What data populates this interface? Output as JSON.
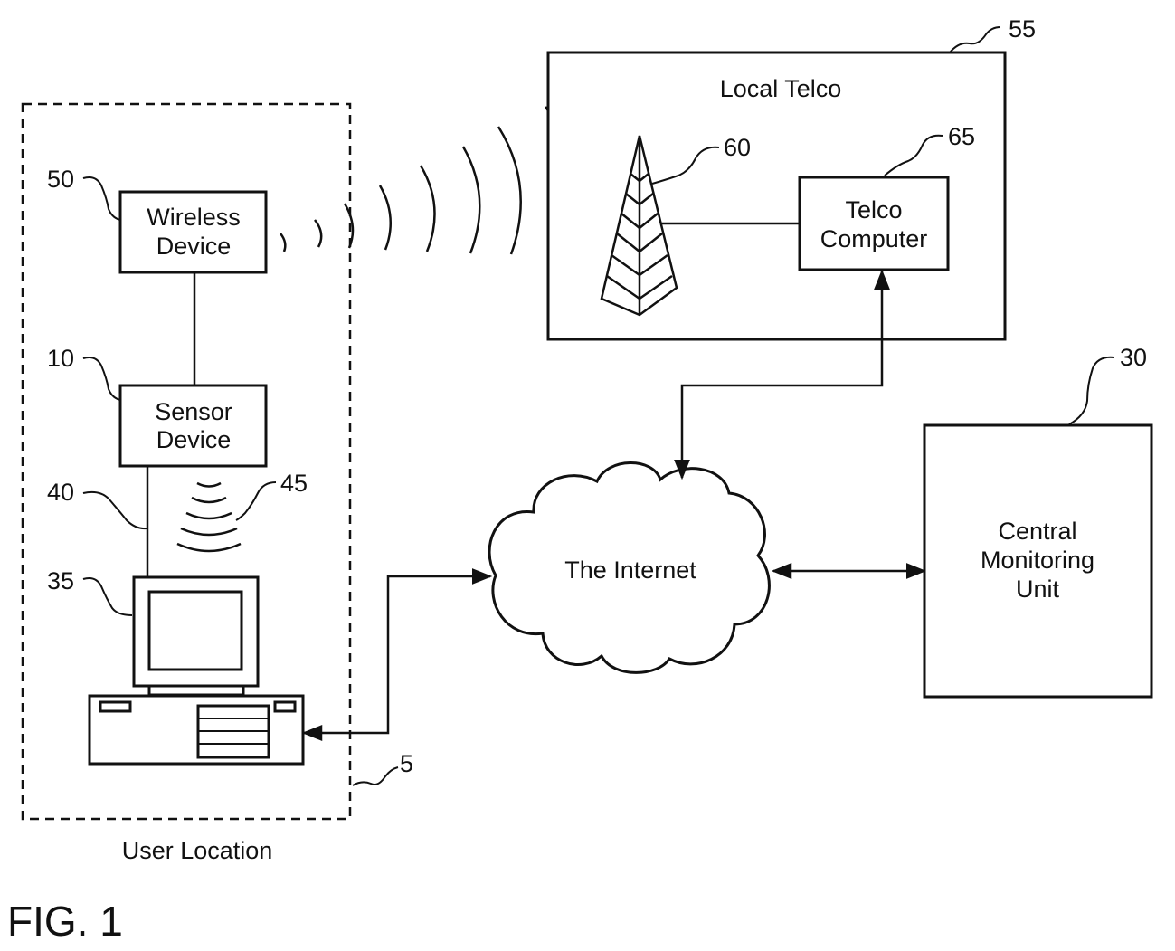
{
  "figure": {
    "caption": "FIG. 1"
  },
  "user_location": {
    "label": "User Location",
    "ref": "5",
    "wireless_device": {
      "line1": "Wireless",
      "line2": "Device",
      "ref": "50"
    },
    "sensor_device": {
      "line1": "Sensor",
      "line2": "Device",
      "ref": "10"
    },
    "cable_ref": "40",
    "wireless_signal_ref": "45",
    "computer_ref": "35"
  },
  "local_telco": {
    "label": "Local Telco",
    "ref": "55",
    "tower_ref": "60",
    "telco_computer": {
      "line1": "Telco",
      "line2": "Computer",
      "ref": "65"
    }
  },
  "internet": {
    "label": "The Internet"
  },
  "central_monitoring": {
    "line1": "Central",
    "line2": "Monitoring",
    "line3": "Unit",
    "ref": "30"
  }
}
